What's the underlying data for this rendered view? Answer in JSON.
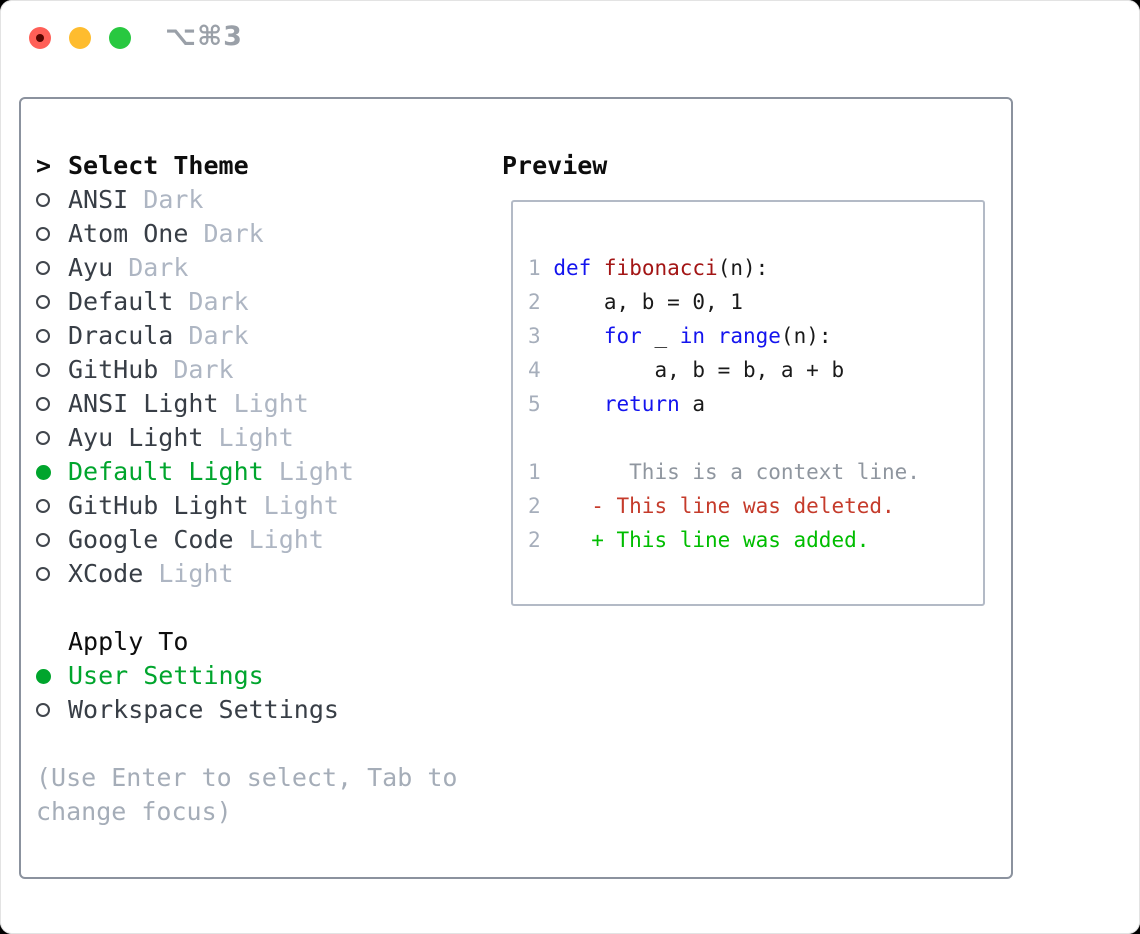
{
  "titlebar": {
    "shortcut": "⌥⌘3"
  },
  "theme_section": {
    "prompt": ">",
    "header": "Select Theme",
    "items": [
      {
        "name": "ANSI",
        "tag": "Dark",
        "selected": false
      },
      {
        "name": "Atom One",
        "tag": "Dark",
        "selected": false
      },
      {
        "name": "Ayu",
        "tag": "Dark",
        "selected": false
      },
      {
        "name": "Default",
        "tag": "Dark",
        "selected": false
      },
      {
        "name": "Dracula",
        "tag": "Dark",
        "selected": false
      },
      {
        "name": "GitHub",
        "tag": "Dark",
        "selected": false
      },
      {
        "name": "ANSI Light",
        "tag": "Light",
        "selected": false
      },
      {
        "name": "Ayu Light",
        "tag": "Light",
        "selected": false
      },
      {
        "name": "Default Light",
        "tag": "Light",
        "selected": true
      },
      {
        "name": "GitHub Light",
        "tag": "Light",
        "selected": false
      },
      {
        "name": "Google Code",
        "tag": "Light",
        "selected": false
      },
      {
        "name": "XCode",
        "tag": "Light",
        "selected": false
      }
    ]
  },
  "apply_section": {
    "header": "Apply To",
    "items": [
      {
        "label": "User Settings",
        "selected": true
      },
      {
        "label": "Workspace Settings",
        "selected": false
      }
    ]
  },
  "hint_lines": [
    "(Use Enter to select, Tab to",
    "change focus)"
  ],
  "preview": {
    "header": "Preview",
    "code_lines": [
      {
        "num": "1",
        "segments": [
          {
            "text": " ",
            "color": "plain"
          },
          {
            "text": "def",
            "color": "keyword"
          },
          {
            "text": " ",
            "color": "plain"
          },
          {
            "text": "fibonacci",
            "color": "function"
          },
          {
            "text": "(n):",
            "color": "plain"
          }
        ]
      },
      {
        "num": "2",
        "segments": [
          {
            "text": "     a, b = 0, 1",
            "color": "plain"
          }
        ]
      },
      {
        "num": "3",
        "segments": [
          {
            "text": "     ",
            "color": "plain"
          },
          {
            "text": "for",
            "color": "keyword"
          },
          {
            "text": " _ ",
            "color": "plain"
          },
          {
            "text": "in",
            "color": "keyword"
          },
          {
            "text": " ",
            "color": "plain"
          },
          {
            "text": "range",
            "color": "keyword"
          },
          {
            "text": "(n):",
            "color": "plain"
          }
        ]
      },
      {
        "num": "4",
        "segments": [
          {
            "text": "         a, b = b, a + b",
            "color": "plain"
          }
        ]
      },
      {
        "num": "5",
        "segments": [
          {
            "text": "     ",
            "color": "plain"
          },
          {
            "text": "return",
            "color": "keyword"
          },
          {
            "text": " a",
            "color": "plain"
          }
        ]
      }
    ],
    "diff_lines": [
      {
        "num": "1",
        "text": "       This is a context line.",
        "kind": "context"
      },
      {
        "num": "2",
        "text": "    - This line was deleted.",
        "kind": "deleted"
      },
      {
        "num": "2",
        "text": "    + This line was added.",
        "kind": "added"
      }
    ]
  },
  "colors": {
    "accent_green": "#00a52d",
    "diff_added": "#00bd00",
    "diff_deleted": "#c53b2b",
    "diff_context": "#8f969f",
    "code_keyword": "#1414ee",
    "code_function": "#a31515",
    "code_plain": "#1a1a1a",
    "line_number": "#a6aebb",
    "heading": "#0d0d0d",
    "item_text": "#383e46",
    "tag_gray": "#aeb6c3",
    "hint_gray": "#a5adb8",
    "ring": "#41464d",
    "border_outer": "#8b929e",
    "border_preview": "#b3bac6",
    "titlebar_gray": "#9aa0a8",
    "traffic_red": "#ff5f57",
    "traffic_yellow": "#febc2e",
    "traffic_green": "#28c840"
  }
}
